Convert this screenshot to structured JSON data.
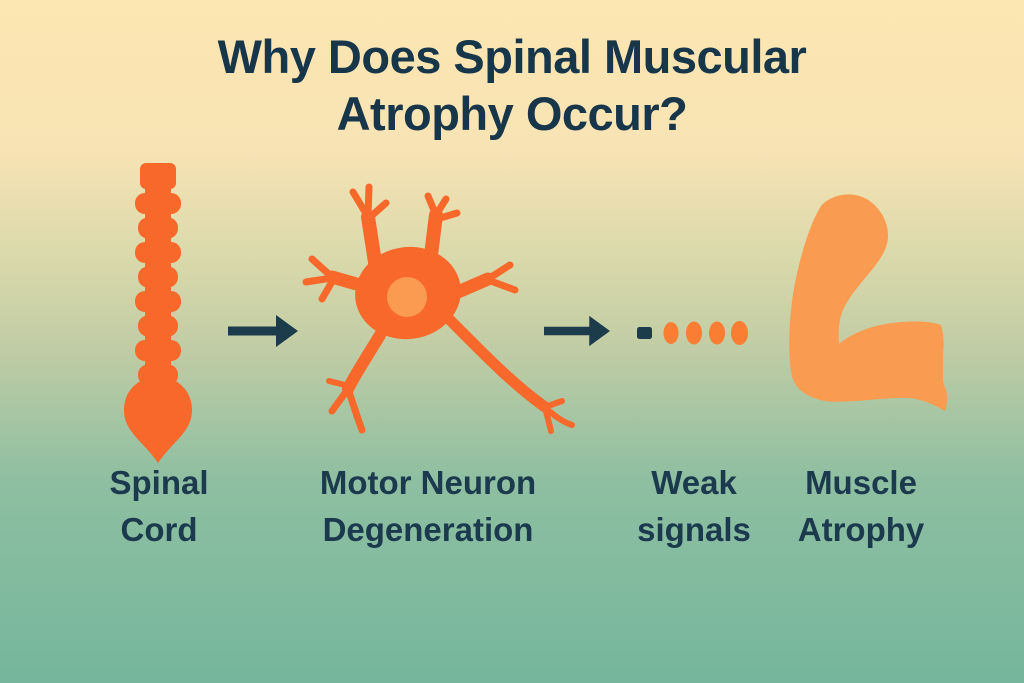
{
  "title": {
    "full": "Why Does Spinal Muscular Atrophy Occur?",
    "line1": "Why Does Spinal Muscular",
    "line2": "Atrophy Occur?"
  },
  "steps": [
    {
      "icon": "spinal-cord-icon",
      "label_line1": "Spinal",
      "label_line2": "Cord"
    },
    {
      "icon": "motor-neuron-icon",
      "label_line1": "Motor Neuron",
      "label_line2": "Degeneration"
    },
    {
      "icon": "weak-signal-icon",
      "label_line1": "Weak",
      "label_line2": "signals"
    },
    {
      "icon": "muscle-arm-icon",
      "label_line1": "Muscle",
      "label_line2": "Atrophy"
    }
  ],
  "connectors": [
    {
      "icon": "arrow-right-icon"
    },
    {
      "icon": "arrow-right-icon"
    }
  ],
  "colors": {
    "background_top": "#fce6b1",
    "background_middle": "#c3cda5",
    "background_bottom": "#75b69c",
    "text_navy": "#1b3a4d",
    "arrow_navy": "#1c3b4b",
    "illustration_orange": "#f8682a",
    "signal_dot_orange": "#f97d32",
    "muscle_orange": "#f99c51",
    "nucleus_orange": "#fb9b52"
  }
}
